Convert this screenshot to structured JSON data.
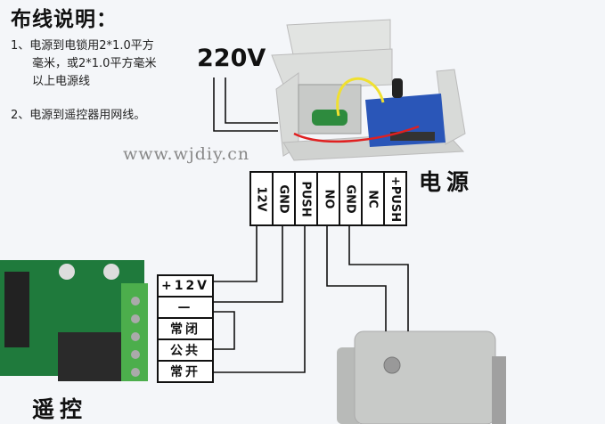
{
  "title": "布线说明：",
  "notes": [
    {
      "num": "1、",
      "line1": "电源到电锁用2*1.0平方",
      "line2": "毫米，或2*1.0平方毫米",
      "line3": "以上电源线"
    },
    {
      "num": "2、",
      "line1": "电源到遥控器用网线。"
    }
  ],
  "voltage_label": "220V",
  "watermark": "www.wjdiy.cn",
  "power_supply_label": "电源",
  "remote_label": "遥控",
  "terminal_block": [
    "12V",
    "GND",
    "PUSH",
    "NO",
    "GND",
    "NC",
    "+PUSH"
  ],
  "remote_terminals": [
    "+12V",
    "—",
    "常闭",
    "公共",
    "常开"
  ]
}
